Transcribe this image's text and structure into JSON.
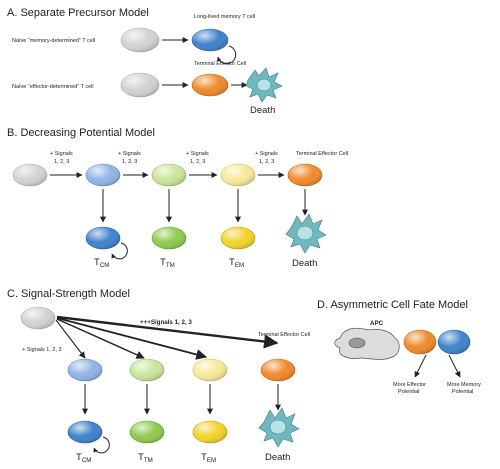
{
  "colors": {
    "naive": "#d2d2d2",
    "early": "#8fb4e6",
    "mid": "#c9e69a",
    "late": "#f6ea98",
    "tcm": "#3f82cc",
    "ttm": "#8fca4f",
    "tem": "#f2d32a",
    "effector": "#f08a2b",
    "death": "#6fb8bf"
  },
  "icons": [
    "naive-t-cell",
    "memory-t-cell",
    "effector-t-cell",
    "dying-cell",
    "apc-cell",
    "curved-self-renewal-arrow"
  ],
  "panels": {
    "a": {
      "title": "A. Separate Precursor Model",
      "naive_memory_label": "Naïve “memory-determined” T cell",
      "memory_label": "Long-lived memory T cell",
      "naive_effector_label": "Naïve “effector-determined” T cell",
      "effector_label": "Terminal Effector Cell",
      "death_label": "Death"
    },
    "b": {
      "title": "B. Decreasing Potential Model",
      "signals_label": "+ Signals",
      "signals_nums": "1, 2, 3",
      "effector_label": "Terminal Effector Cell",
      "t": "T",
      "cm": "CM",
      "tm": "TM",
      "em": "EM",
      "death_label": "Death"
    },
    "c": {
      "title": "C. Signal-Strength Model",
      "signals_label": "+ Signals 1, 2, 3",
      "strong_signals_label": "+++Signals 1, 2, 3",
      "effector_label": "Terminal Effector Cell",
      "t": "T",
      "cm": "CM",
      "tm": "TM",
      "em": "EM",
      "death_label": "Death"
    },
    "d": {
      "title": "D. Asymmetric Cell Fate Model",
      "apc_label": "APC",
      "effector_potential_1": "More Effector",
      "effector_potential_2": "Potential",
      "memory_potential_1": "More Memory",
      "memory_potential_2": "Potential"
    }
  }
}
